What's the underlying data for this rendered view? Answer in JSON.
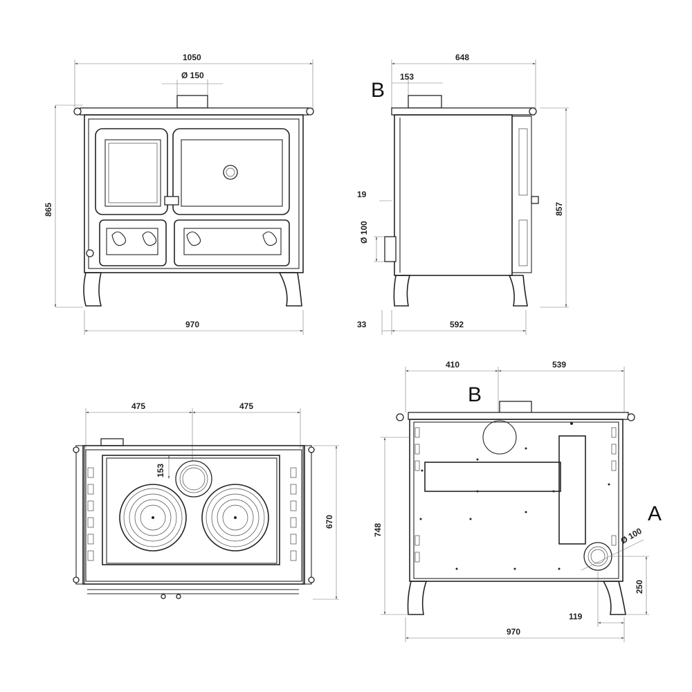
{
  "front_view": {
    "width_total": "1050",
    "flue_diameter": "Ø 150",
    "height_total": "865",
    "body_width": "970"
  },
  "side_view": {
    "depth_total": "648",
    "flue_offset": "153",
    "marker_b": "B",
    "dim_19": "19",
    "inlet_diameter": "Ø 100",
    "height_total": "857",
    "dim_33": "33",
    "body_depth": "592"
  },
  "top_view": {
    "left_half": "475",
    "right_half": "475",
    "flue_offset": "153",
    "depth": "670"
  },
  "rear_view": {
    "left_offset": "410",
    "right_offset": "539",
    "marker_b": "B",
    "marker_a": "A",
    "inlet_diameter": "Ø 100",
    "height": "748",
    "inlet_height": "250",
    "inlet_side_offset": "119",
    "body_width": "970"
  }
}
